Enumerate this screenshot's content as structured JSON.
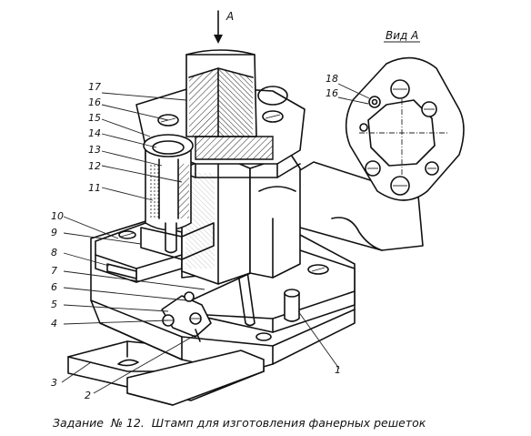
{
  "caption": {
    "prefix": "Задание",
    "number": "№ 12.",
    "text": "Штамп  для  изготовления  фанерных  решеток"
  },
  "arrow_label": "А",
  "view_label": "Вид А",
  "view_callouts": [
    "18",
    "16"
  ],
  "callouts": [
    "17",
    "16",
    "15",
    "14",
    "13",
    "12",
    "11",
    "10",
    "9",
    "8",
    "7",
    "6",
    "5",
    "4",
    "3",
    "2",
    "1"
  ]
}
